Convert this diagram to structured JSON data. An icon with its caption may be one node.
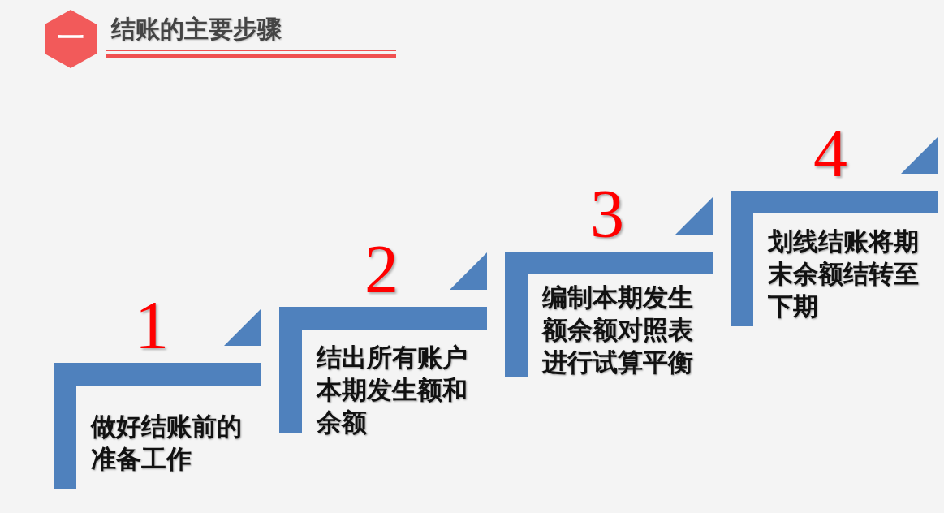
{
  "diagram": {
    "title": "结账的主要步骤",
    "nodes": [
      {
        "text": [
          "一"
        ]
      },
      {
        "text": [
          "1",
          "做好结账前的准备工作"
        ]
      },
      {
        "text": [
          "2",
          "结出所有账户本期发生额和余额"
        ]
      },
      {
        "text": [
          "3",
          "编制本期发生额余额对照表进行试算平衡"
        ]
      },
      {
        "text": [
          "4",
          "划线结账将期末余额结转至下期"
        ]
      }
    ],
    "edges": []
  }
}
